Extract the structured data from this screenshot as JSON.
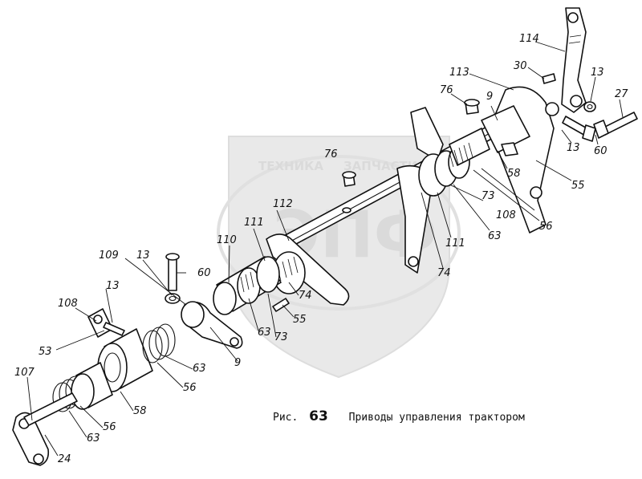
{
  "caption": {
    "prefix": "Рис.",
    "number": "63",
    "title": "Приводы управления трактором"
  },
  "watermark": {
    "text_left": "ТЕХНИКА",
    "text_right": "ЗАПЧАСТИ",
    "emblem": "ЭПФ",
    "color": "#c8c8c8"
  },
  "callouts": [
    {
      "id": "c1",
      "text": "114"
    },
    {
      "id": "c2",
      "text": "30"
    },
    {
      "id": "c3",
      "text": "113"
    },
    {
      "id": "c4",
      "text": "13"
    },
    {
      "id": "c5",
      "text": "27"
    },
    {
      "id": "c6",
      "text": "76"
    },
    {
      "id": "c7",
      "text": "9"
    },
    {
      "id": "c8",
      "text": "13"
    },
    {
      "id": "c9",
      "text": "60"
    },
    {
      "id": "c10",
      "text": "76"
    },
    {
      "id": "c11",
      "text": "58"
    },
    {
      "id": "c12",
      "text": "55"
    },
    {
      "id": "c13",
      "text": "112"
    },
    {
      "id": "c14",
      "text": "111"
    },
    {
      "id": "c15",
      "text": "73"
    },
    {
      "id": "c16",
      "text": "108"
    },
    {
      "id": "c17",
      "text": "56"
    },
    {
      "id": "c18",
      "text": "110"
    },
    {
      "id": "c19",
      "text": "111"
    },
    {
      "id": "c20",
      "text": "63"
    },
    {
      "id": "c21",
      "text": "74"
    },
    {
      "id": "c22",
      "text": "109"
    },
    {
      "id": "c23",
      "text": "13"
    },
    {
      "id": "c24",
      "text": "60"
    },
    {
      "id": "c25",
      "text": "74"
    },
    {
      "id": "c26",
      "text": "13"
    },
    {
      "id": "c27",
      "text": "55"
    },
    {
      "id": "c28",
      "text": "63"
    },
    {
      "id": "c29",
      "text": "73"
    },
    {
      "id": "c30",
      "text": "108"
    },
    {
      "id": "c31",
      "text": "53"
    },
    {
      "id": "c32",
      "text": "9"
    },
    {
      "id": "c33",
      "text": "63"
    },
    {
      "id": "c34",
      "text": "56"
    },
    {
      "id": "c35",
      "text": "107"
    },
    {
      "id": "c36",
      "text": "58"
    },
    {
      "id": "c37",
      "text": "56"
    },
    {
      "id": "c38",
      "text": "63"
    },
    {
      "id": "c39",
      "text": "24"
    }
  ]
}
